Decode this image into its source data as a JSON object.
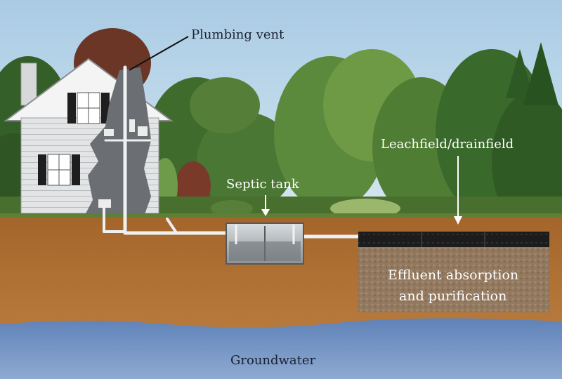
{
  "labels": {
    "plumbing_vent": "Plumbing vent",
    "septic_tank": "Septic tank",
    "leachfield": "Leachfield/drainfield",
    "effluent_line1": "Effluent absorption",
    "effluent_line2": "and purification",
    "groundwater": "Groundwater"
  },
  "colors": {
    "sky": "#b9d6ea",
    "soil": "#a8692e",
    "groundwater": "#6f8fbf",
    "house": "#e2e3e4",
    "foliage": "#3d6a2c"
  }
}
